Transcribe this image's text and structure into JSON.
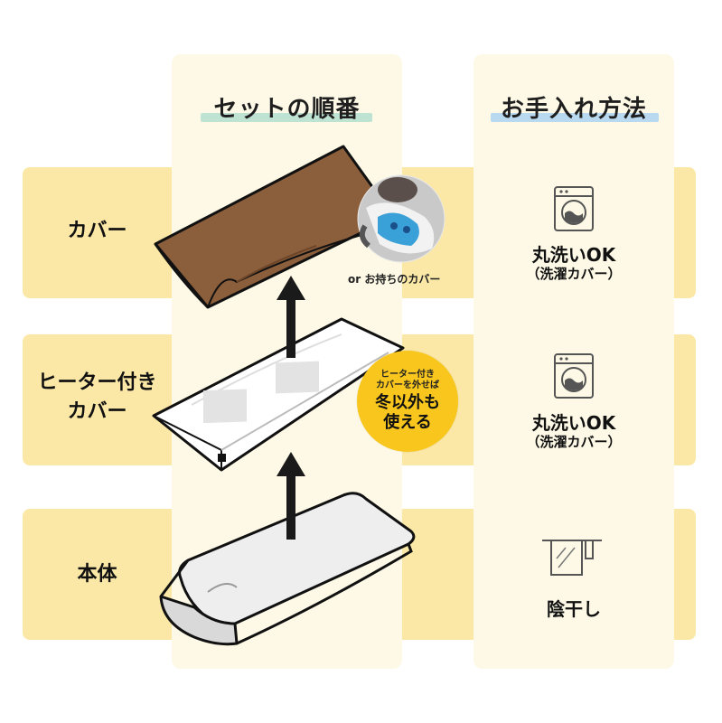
{
  "headers": {
    "order": "セットの順番",
    "care": "お手入れ方法"
  },
  "rows": [
    {
      "label_lines": [
        "カバー"
      ]
    },
    {
      "label_lines": [
        "ヒーター付き",
        "カバー"
      ]
    },
    {
      "label_lines": [
        "本体"
      ]
    }
  ],
  "cover_note": "or お持ちのカバー",
  "badge": {
    "small_lines": [
      "ヒーター付き",
      "カバーを外せば"
    ],
    "big_lines": [
      "冬以外も",
      "使える"
    ]
  },
  "care": [
    {
      "icon": "washing-machine-icon",
      "title": "丸洗いOK",
      "sub": "（洗濯カバー）"
    },
    {
      "icon": "washing-machine-icon",
      "title": "丸洗いOK",
      "sub": "（洗濯カバー）"
    },
    {
      "icon": "drying-rack-icon",
      "title": "陰干し",
      "sub": ""
    }
  ],
  "colors": {
    "band": "#fbe8a6",
    "column": "#fdf9e6",
    "order_underline": "#bfe3d3",
    "care_underline": "#b8d9f0",
    "badge": "#f8c61d",
    "cover_brown": "#8b5e3c"
  }
}
